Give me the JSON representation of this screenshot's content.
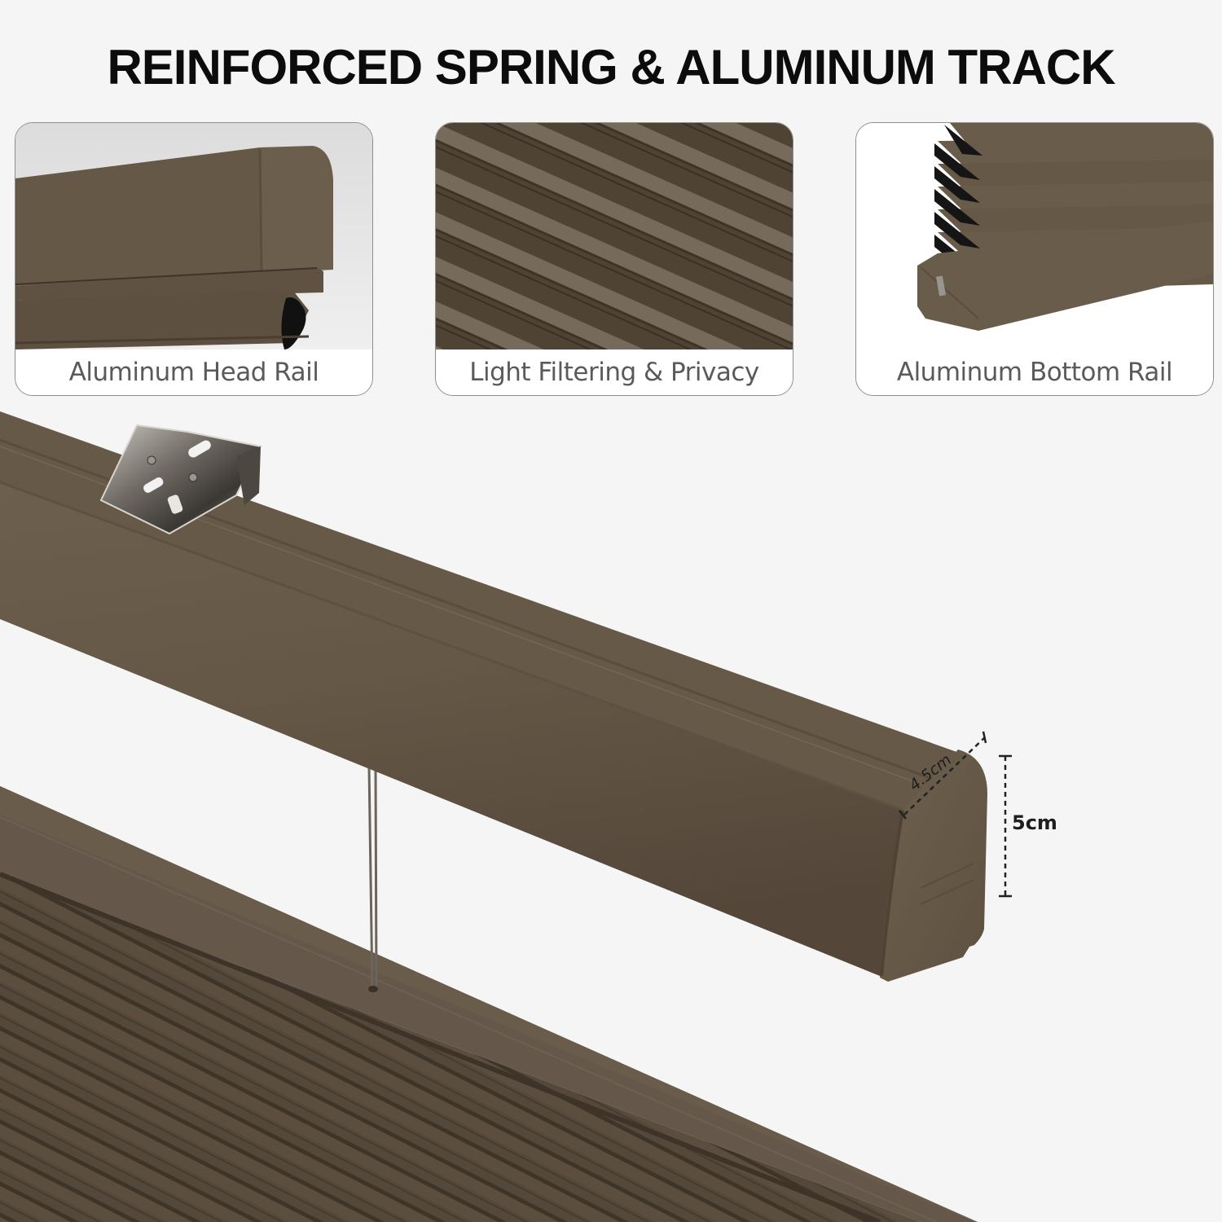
{
  "headline": "REINFORCED SPRING & ALUMINUM TRACK",
  "feature_cards": [
    {
      "caption": "Aluminum Head Rail",
      "icon": "head-rail-photo"
    },
    {
      "caption": "Light Filtering & Privacy",
      "icon": "pleated-fabric-photo"
    },
    {
      "caption": "Aluminum Bottom Rail",
      "icon": "bottom-rail-photo"
    }
  ],
  "dimensions": {
    "depth": "4.5cm",
    "height": "5cm"
  },
  "colors": {
    "rail_brown": "#6a5c4b",
    "rail_shadow": "#574a39",
    "fabric_dark": "#4e4232",
    "background": "#f5f5f5",
    "caption_text": "#5a5a5a",
    "headline_text": "#0c0c0c"
  }
}
